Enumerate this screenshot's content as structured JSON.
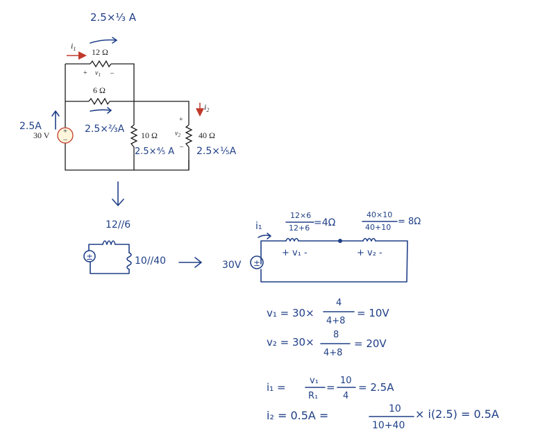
{
  "circuit": {
    "source_voltage": "30 V",
    "i1": "i",
    "i1_sub": "1",
    "i2": "i",
    "i2_sub": "2",
    "r12": "12 Ω",
    "r6": "6 Ω",
    "r10": "10 Ω",
    "r40": "40 Ω",
    "v1_plus": "+",
    "v1": "v",
    "v1_sub": "1",
    "v1_minus": "–",
    "v2_plus": "+",
    "v2": "v",
    "v2_sub": "2",
    "v2_minus": "–",
    "src_plus": "+",
    "src_minus": "–"
  },
  "notes": {
    "top_current": "2.5×⅓ A",
    "src_current": "2.5A",
    "mid_current": "2.5×⅔A",
    "r10_current": "2.5×⅘ A",
    "r40_current": "2.5×⅕A"
  },
  "simplified": {
    "par_left": "12//6",
    "par_right": "10//40",
    "src_symbol": "±"
  },
  "final": {
    "frac1_num": "12×6",
    "frac1_den": "12+6",
    "frac1_result": "=4Ω",
    "frac2_num": "40×10",
    "frac2_den": "40+10",
    "frac2_result": "= 8Ω",
    "i1": "i₁",
    "v1_label": "+ v₁ -",
    "v2_label": "+ v₂ -",
    "source": "30V",
    "src_symbol": "±"
  },
  "equations": {
    "eq1_lhs": "v₁ = 30×",
    "eq1_num": "4",
    "eq1_den": "4+8",
    "eq1_rhs": "= 10V",
    "eq2_lhs": "v₂ = 30×",
    "eq2_num": "8",
    "eq2_den": "4+8",
    "eq2_rhs": "= 20V",
    "eq3_lhs": "i₁ =",
    "eq3_f1_num": "v₁",
    "eq3_f1_den": "R₁",
    "eq3_eq": "=",
    "eq3_f2_num": "10",
    "eq3_f2_den": "4",
    "eq3_rhs": "= 2.5A",
    "eq4_lhs": "i₂ = 0.5A =",
    "eq4_num": "10",
    "eq4_den": "10+40",
    "eq4_rhs": "× i(2.5) = 0.5A"
  }
}
